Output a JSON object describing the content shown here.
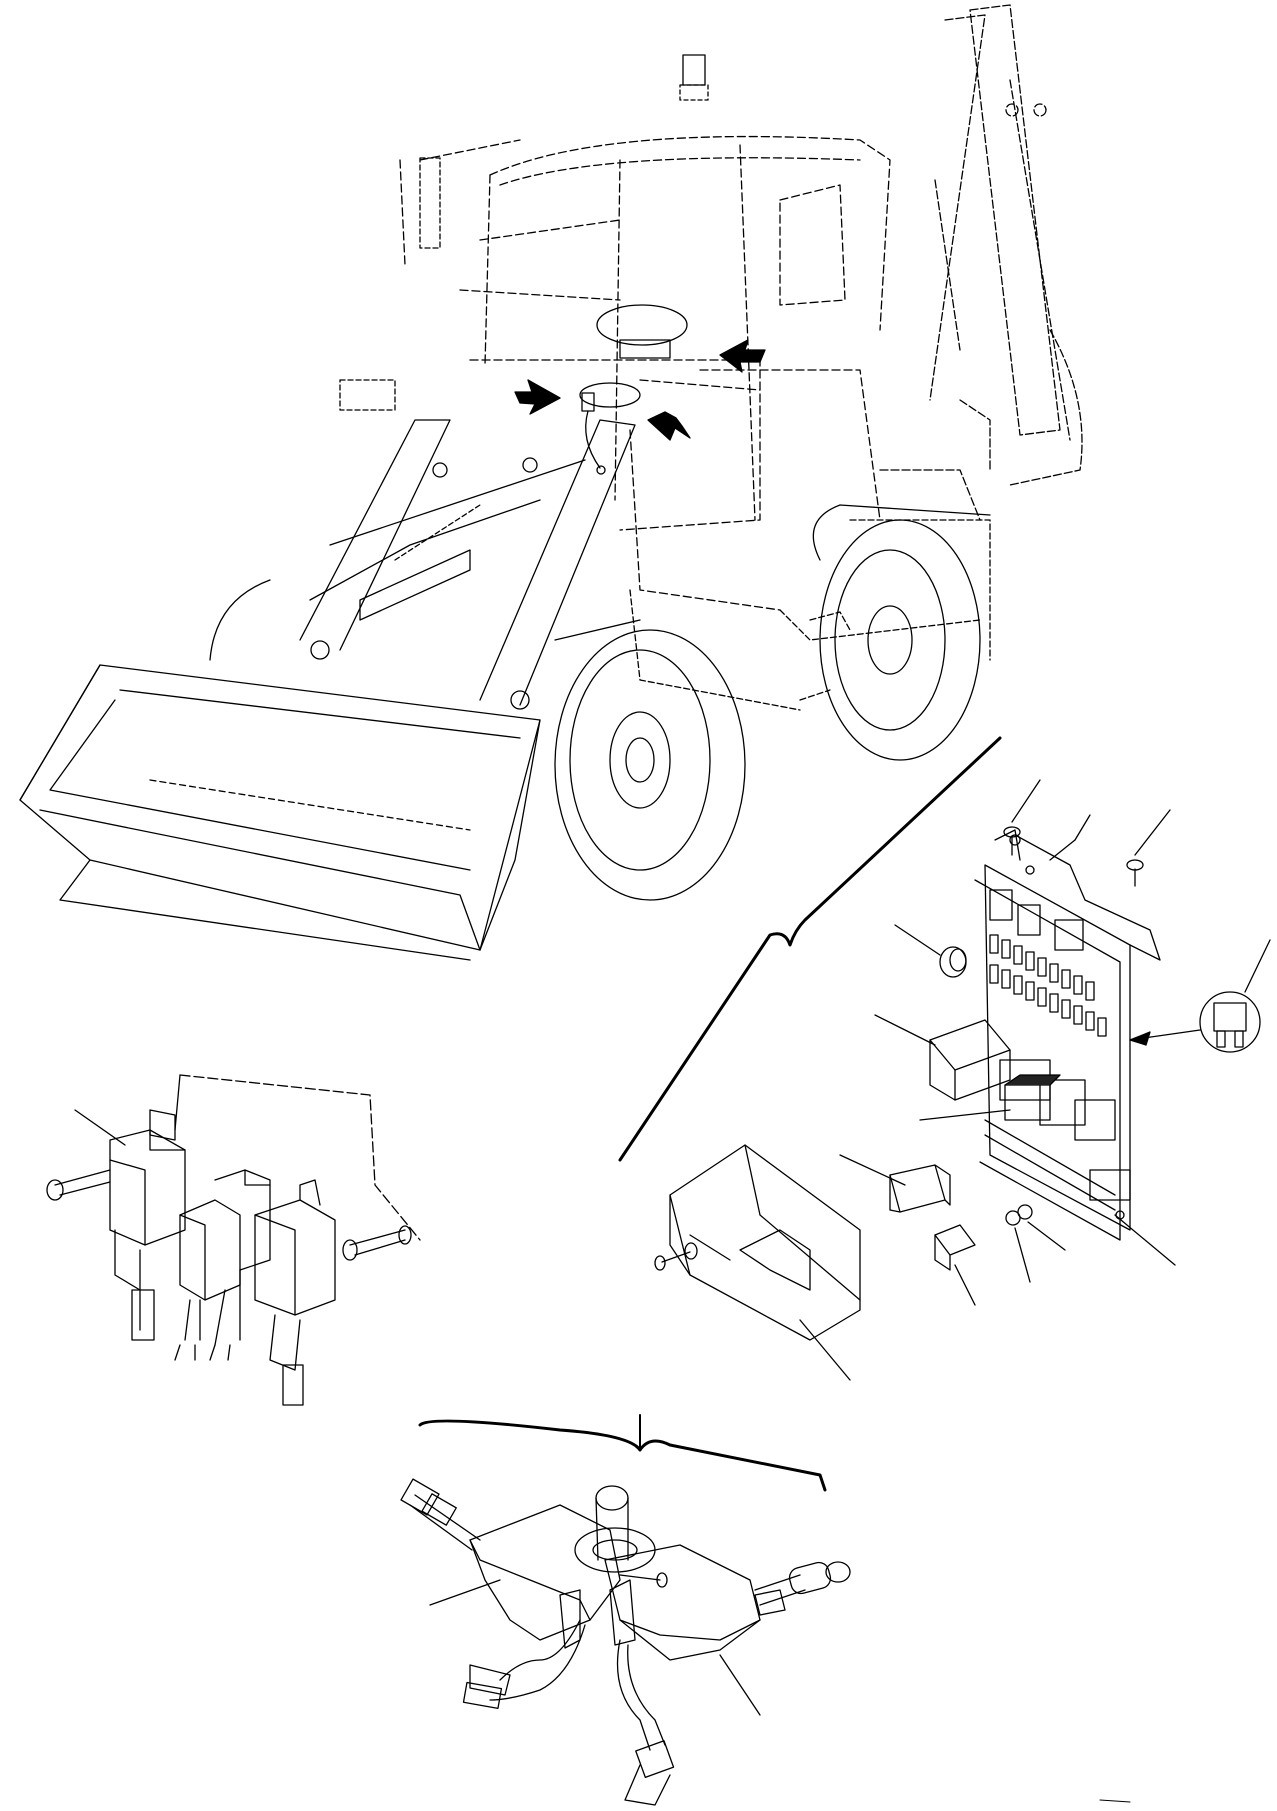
{
  "document": {
    "kind": "exploded parts illustration",
    "printed_text": [],
    "colors": {
      "ink": "#000000",
      "paper": "#ffffff"
    }
  },
  "views": [
    {
      "id": "machine",
      "callout_arrows": 3
    },
    {
      "id": "fuse-relay-box",
      "leader_lines": 12
    },
    {
      "id": "relay-bank",
      "leader_lines": 1
    },
    {
      "id": "steering-column-switches",
      "leader_lines": 2
    }
  ]
}
